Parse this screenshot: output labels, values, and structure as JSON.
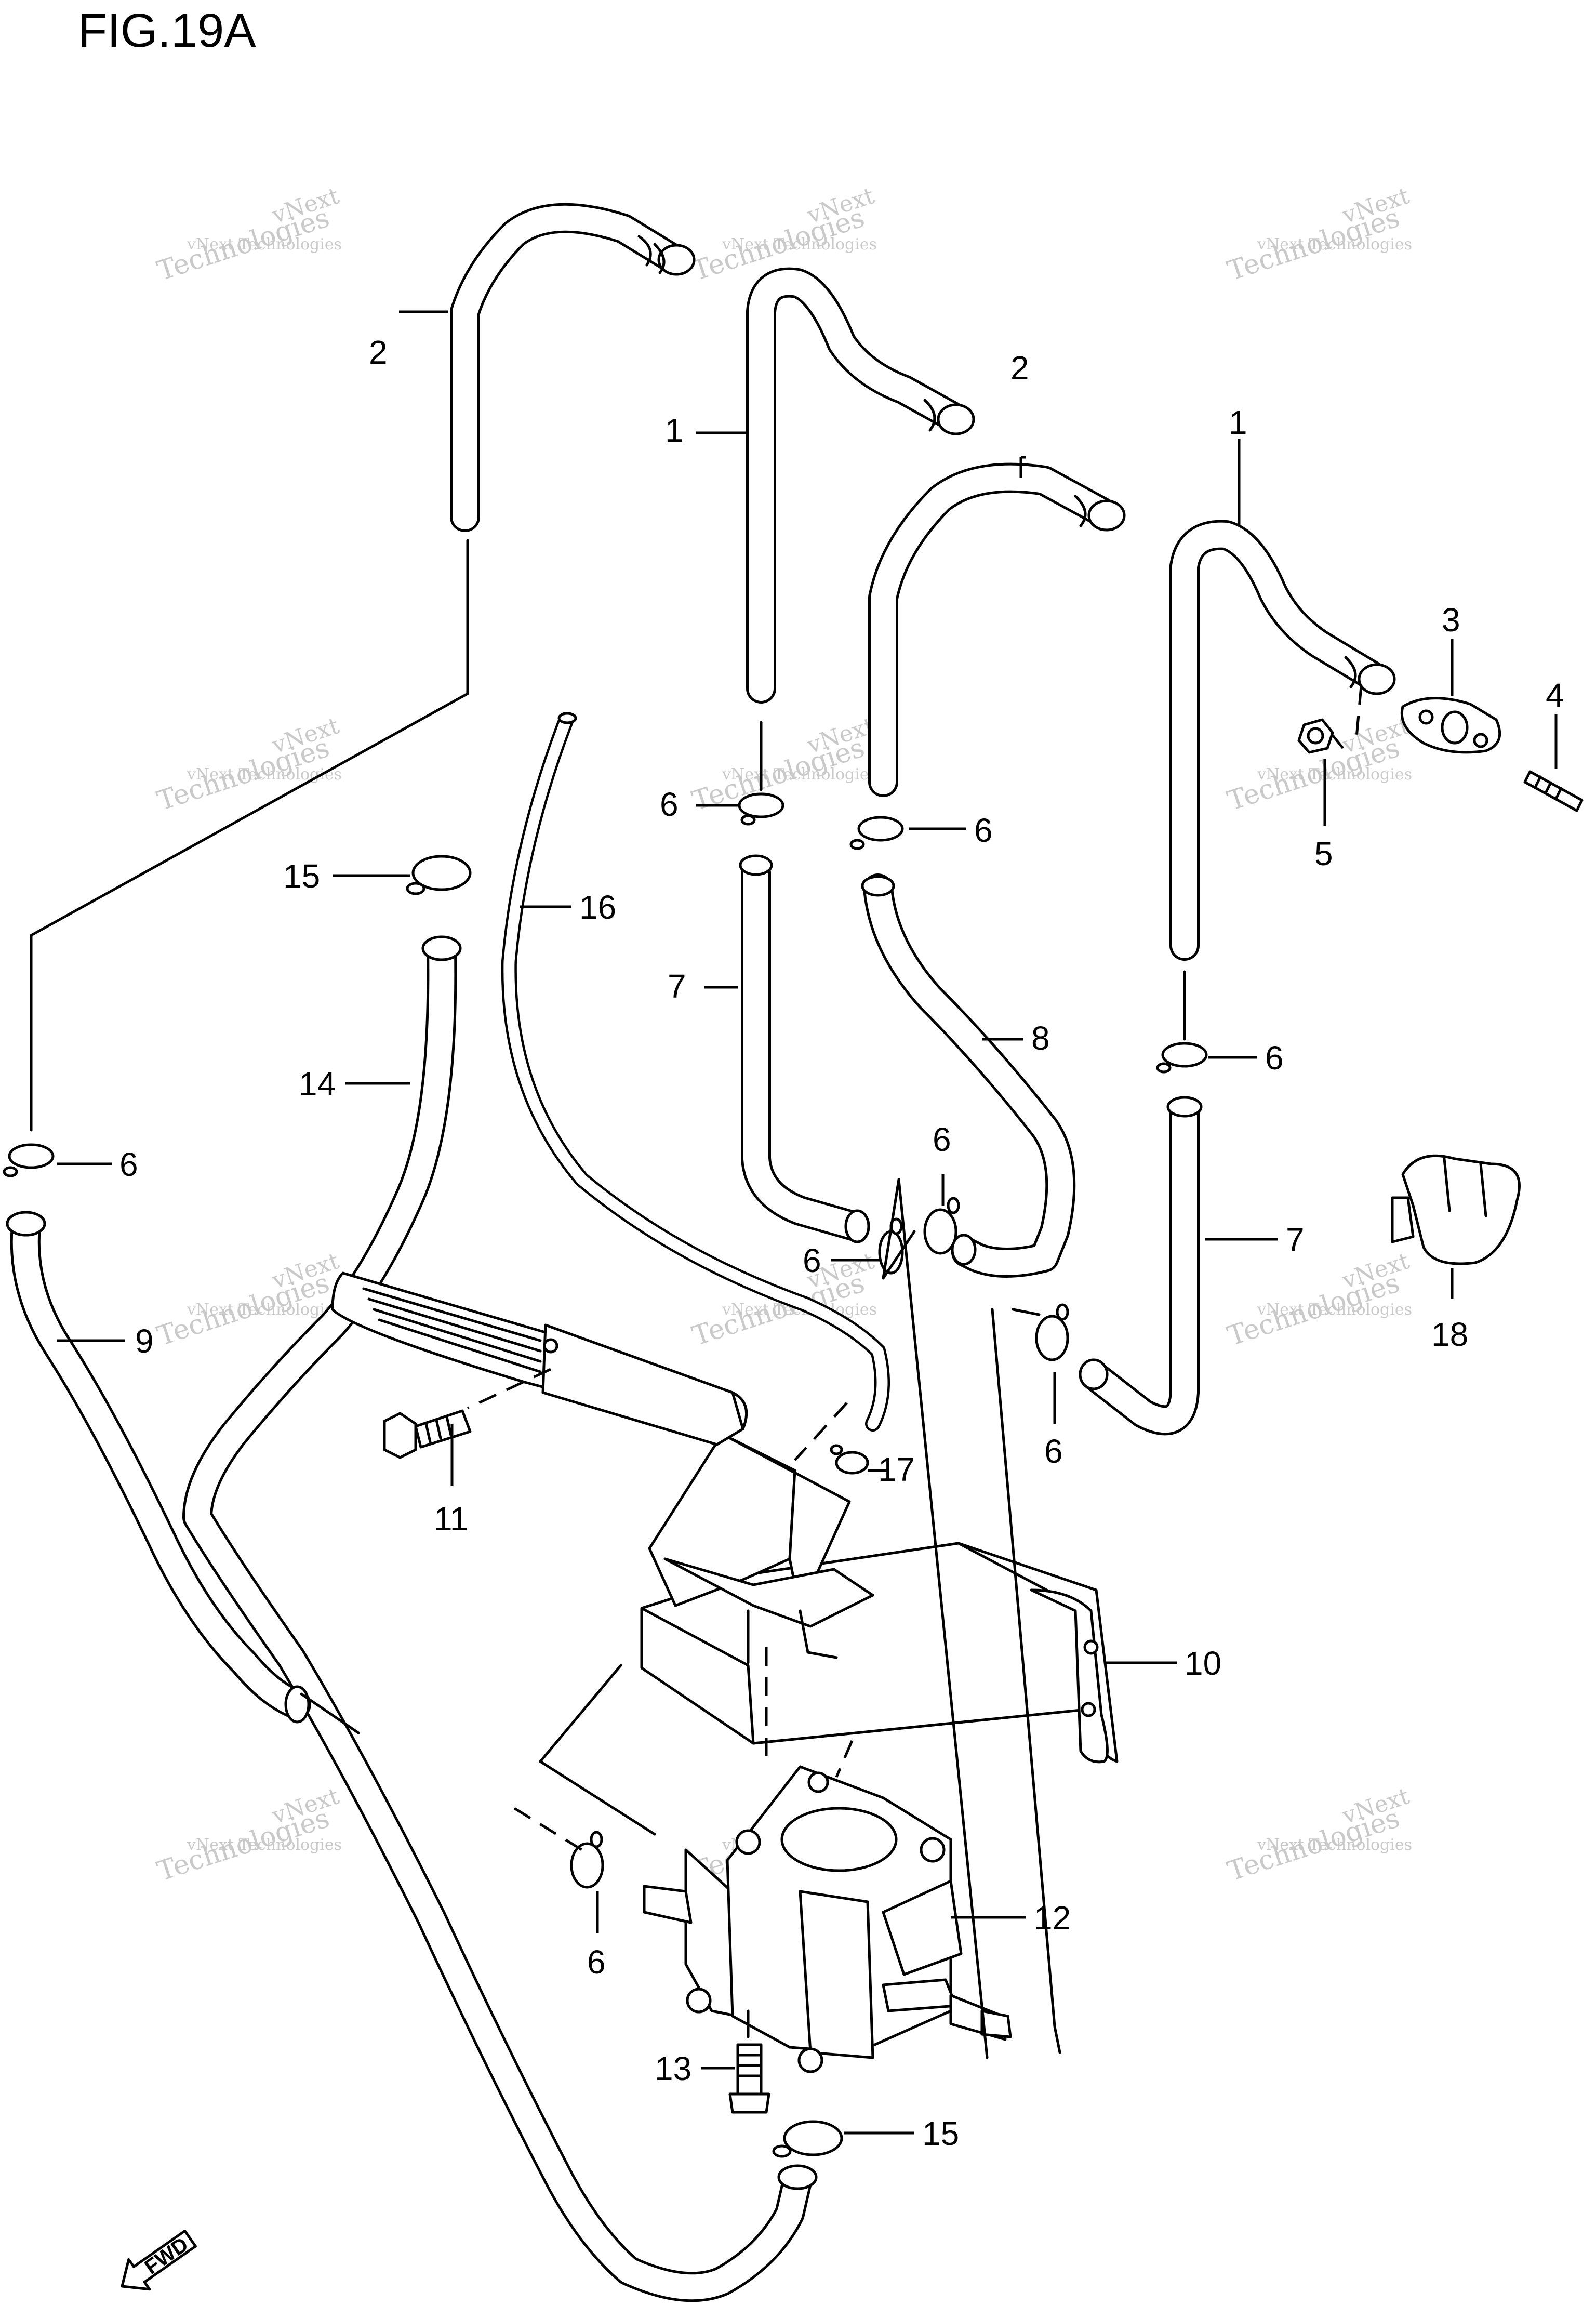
{
  "figure": {
    "title": "FIG.19A",
    "fwd_label": "FWD"
  },
  "callouts": [
    {
      "id": "c2a",
      "label": "2"
    },
    {
      "id": "c1a",
      "label": "1"
    },
    {
      "id": "c2b",
      "label": "2"
    },
    {
      "id": "c1b",
      "label": "1"
    },
    {
      "id": "c3",
      "label": "3"
    },
    {
      "id": "c4",
      "label": "4"
    },
    {
      "id": "c5",
      "label": "5"
    },
    {
      "id": "c6a",
      "label": "6"
    },
    {
      "id": "c6b",
      "label": "6"
    },
    {
      "id": "c15a",
      "label": "15"
    },
    {
      "id": "c16",
      "label": "16"
    },
    {
      "id": "c7a",
      "label": "7"
    },
    {
      "id": "c8",
      "label": "8"
    },
    {
      "id": "c6c",
      "label": "6"
    },
    {
      "id": "c14",
      "label": "14"
    },
    {
      "id": "c6d",
      "label": "6"
    },
    {
      "id": "c6e",
      "label": "6"
    },
    {
      "id": "c6f",
      "label": "6"
    },
    {
      "id": "c7b",
      "label": "7"
    },
    {
      "id": "c9",
      "label": "9"
    },
    {
      "id": "c18",
      "label": "18"
    },
    {
      "id": "c6g",
      "label": "6"
    },
    {
      "id": "c17",
      "label": "17"
    },
    {
      "id": "c11",
      "label": "11"
    },
    {
      "id": "c10",
      "label": "10"
    },
    {
      "id": "c12",
      "label": "12"
    },
    {
      "id": "c6h",
      "label": "6"
    },
    {
      "id": "c13",
      "label": "13"
    },
    {
      "id": "c15b",
      "label": "15"
    }
  ],
  "watermark": {
    "line1": "vNext",
    "line2": "vNext Technologies",
    "line3": "Technologies"
  }
}
